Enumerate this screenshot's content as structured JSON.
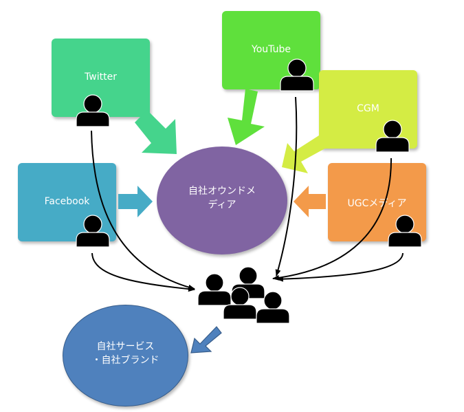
{
  "sources": [
    {
      "id": "twitter",
      "label": "Twitter",
      "color": "#45d48c"
    },
    {
      "id": "youtube",
      "label": "YouTube",
      "color": "#5fe03c"
    },
    {
      "id": "cgm",
      "label": "CGM",
      "color": "#d4ec44"
    },
    {
      "id": "facebook",
      "label": "Facebook",
      "color": "#46abc6"
    },
    {
      "id": "ugc",
      "label": "UGCメディア",
      "color": "#f39a4a"
    }
  ],
  "owned_media": {
    "label": "自社オウンドメ\nディア",
    "color": "#8064a2"
  },
  "brand": {
    "label": "自社サービス\n・自社ブランド",
    "color": "#4f81bd"
  },
  "icons": {
    "person": "person-icon",
    "group": "group-people-icon"
  }
}
